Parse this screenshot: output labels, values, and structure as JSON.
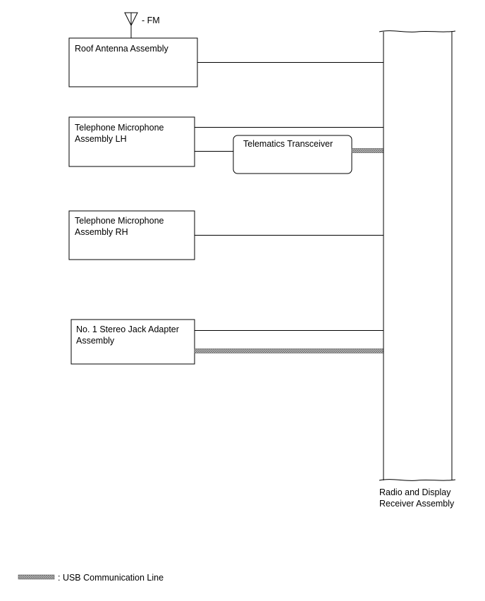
{
  "antenna": {
    "label": "- FM"
  },
  "components": {
    "roof_antenna": {
      "line1": "Roof Antenna Assembly"
    },
    "mic_lh": {
      "line1": "Telephone Microphone",
      "line2": "Assembly LH"
    },
    "telematics": {
      "line1": "Telematics Transceiver"
    },
    "mic_rh": {
      "line1": "Telephone Microphone",
      "line2": "Assembly RH"
    },
    "stereo_jack": {
      "line1": "No. 1 Stereo Jack Adapter",
      "line2": "Assembly"
    }
  },
  "receiver": {
    "line1": "Radio and Display",
    "line2": "Receiver Assembly"
  },
  "legend": {
    "label": ": USB Communication Line"
  },
  "colors": {
    "line": "#000000",
    "usb_fill": "#bdbdbd"
  }
}
